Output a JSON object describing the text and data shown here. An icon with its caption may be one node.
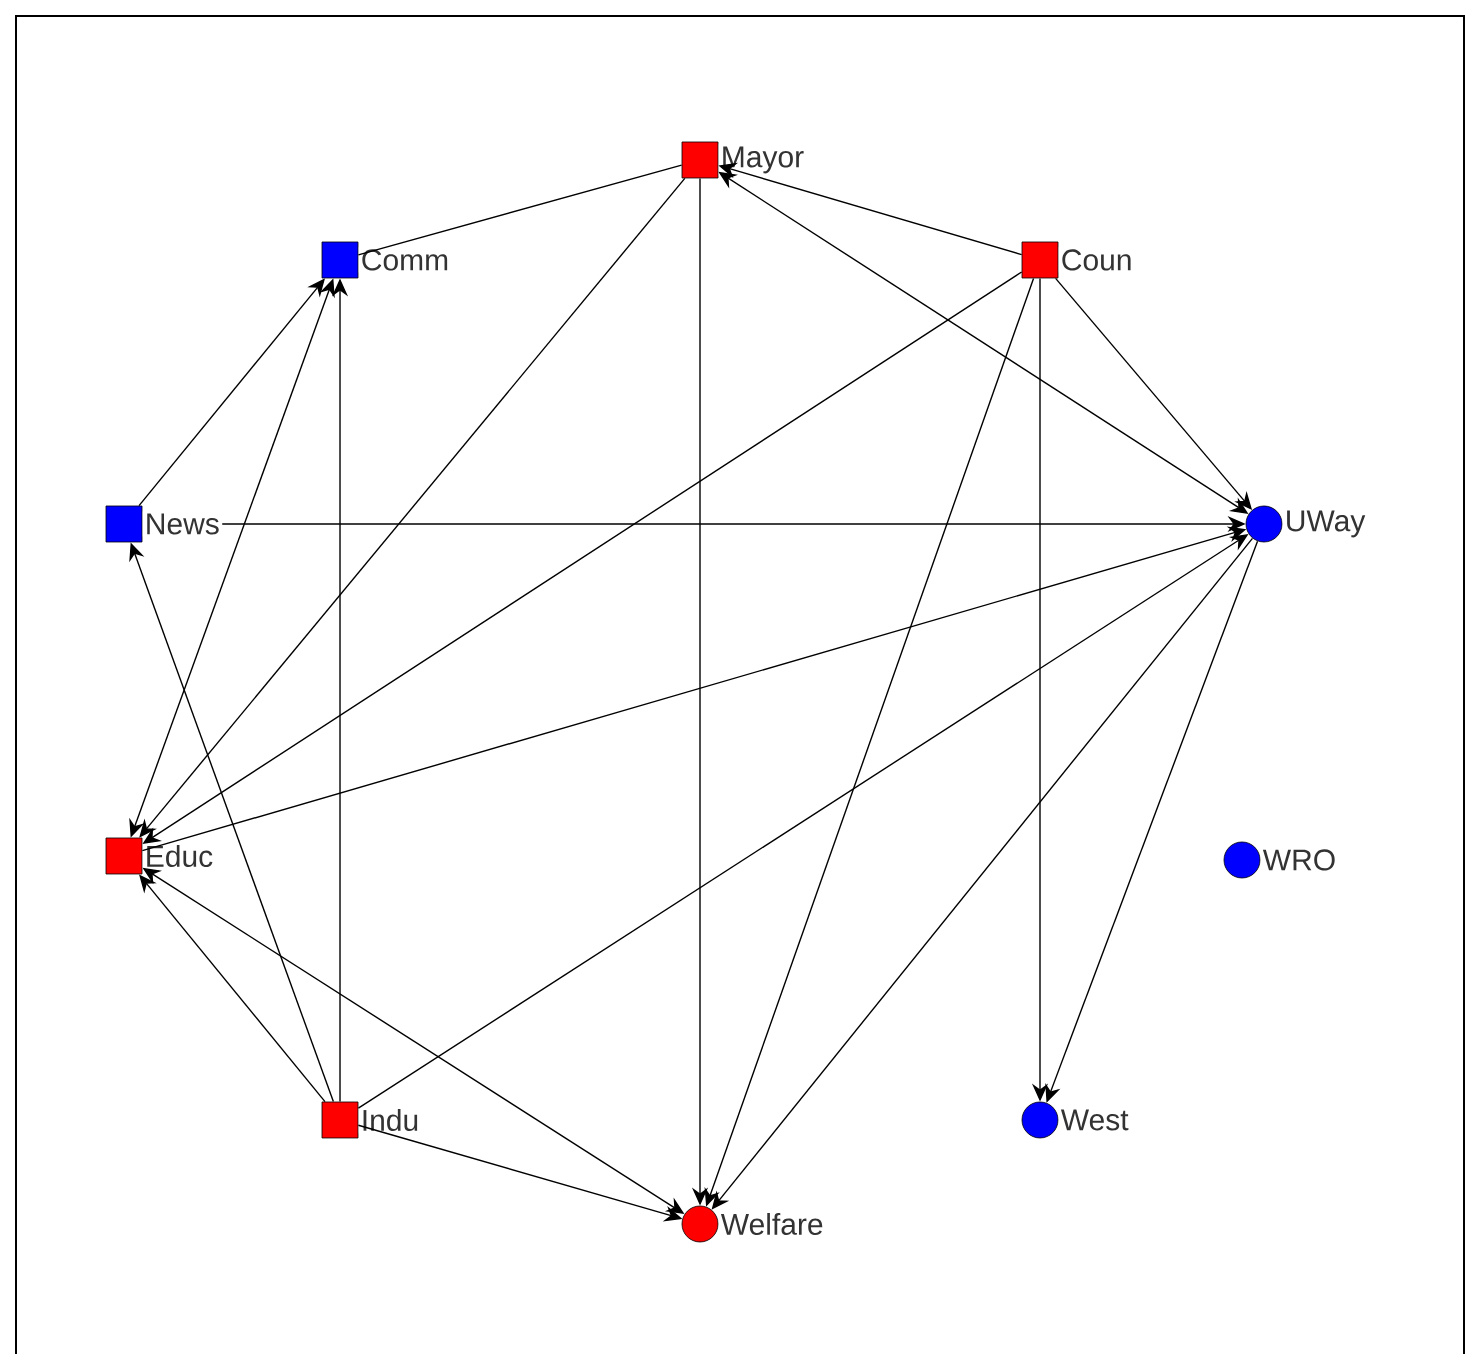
{
  "diagram": {
    "nodes": [
      {
        "text": [
          "Mayor"
        ]
      },
      {
        "text": [
          "Coun"
        ]
      },
      {
        "text": [
          "Comm"
        ]
      },
      {
        "text": [
          "News"
        ]
      },
      {
        "text": [
          "UWay"
        ]
      },
      {
        "text": [
          "Educ"
        ]
      },
      {
        "text": [
          "WRO"
        ]
      },
      {
        "text": [
          "Indu"
        ]
      },
      {
        "text": [
          "West"
        ]
      },
      {
        "text": [
          "Welfare"
        ]
      }
    ],
    "edges": [
      {
        "from": 0,
        "to": 2,
        "arrow": "none"
      },
      {
        "from": 1,
        "to": 0,
        "arrow": "to"
      },
      {
        "from": 0,
        "to": 4,
        "arrow": "both"
      },
      {
        "from": 1,
        "to": 4,
        "arrow": "to"
      },
      {
        "from": 0,
        "to": 9,
        "arrow": "to"
      },
      {
        "from": 0,
        "to": 5,
        "arrow": "to"
      },
      {
        "from": 1,
        "to": 5,
        "arrow": "to"
      },
      {
        "from": 5,
        "to": 2,
        "arrow": "both"
      },
      {
        "from": 3,
        "to": 2,
        "arrow": "to"
      },
      {
        "from": 3,
        "to": 4,
        "arrow": "to"
      },
      {
        "from": 7,
        "to": 3,
        "arrow": "to"
      },
      {
        "from": 7,
        "to": 2,
        "arrow": "to"
      },
      {
        "from": 7,
        "to": 5,
        "arrow": "to"
      },
      {
        "from": 7,
        "to": 9,
        "arrow": "to"
      },
      {
        "from": 7,
        "to": 4,
        "arrow": "to"
      },
      {
        "from": 5,
        "to": 4,
        "arrow": "to"
      },
      {
        "from": 5,
        "to": 9,
        "arrow": "both"
      },
      {
        "from": 1,
        "to": 9,
        "arrow": "to"
      },
      {
        "from": 1,
        "to": 8,
        "arrow": "to"
      },
      {
        "from": 4,
        "to": 9,
        "arrow": "to"
      },
      {
        "from": 4,
        "to": 8,
        "arrow": "to"
      }
    ]
  }
}
